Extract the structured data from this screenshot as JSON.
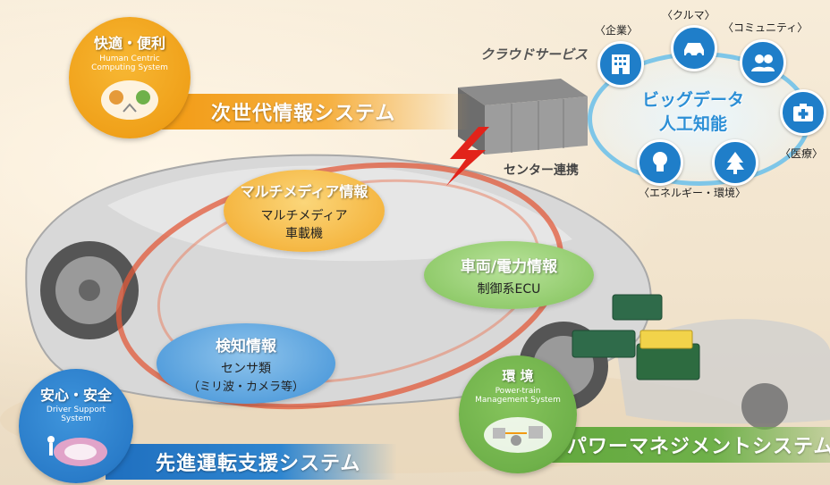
{
  "comfort": {
    "title": "快適・便利",
    "sub1": "Human Centric",
    "sub2": "Computing System",
    "band": "次世代情報システム"
  },
  "safety": {
    "title": "安心・安全",
    "sub1": "Driver Support",
    "sub2": "System",
    "band": "先進運転支援システム"
  },
  "environment": {
    "title": "環 境",
    "sub1": "Power-train",
    "sub2": "Management System",
    "band": "パワーマネジメントシステム"
  },
  "multimedia": {
    "title": "マルチメディア情報",
    "line1": "マルチメディア",
    "line2": "車載機"
  },
  "vehicle": {
    "title": "車両/電力情報",
    "line1": "制御系ECU"
  },
  "sensing": {
    "title": "検知情報",
    "line1": "センサ類",
    "line2": "（ミリ波・カメラ等）"
  },
  "cloud": {
    "title": "クラウドサービス",
    "link": "センター連携"
  },
  "bigdata": {
    "line1": "ビッグデータ",
    "line2": "人工知能"
  },
  "domains": [
    {
      "label": "〈企業〉",
      "icon": "building-icon"
    },
    {
      "label": "〈クルマ〉",
      "icon": "car-icon"
    },
    {
      "label": "〈コミュニティ〉",
      "icon": "people-icon"
    },
    {
      "label": "〈医療〉",
      "icon": "medical-icon"
    },
    {
      "label": "〈エネルギー・環境〉",
      "icon": "lightbulb-icon"
    }
  ],
  "colors": {
    "orange": "#f1a11c",
    "blue": "#2f7fc7",
    "green": "#6fb14a",
    "red": "#e2231a",
    "ring": "#e25a3a"
  }
}
